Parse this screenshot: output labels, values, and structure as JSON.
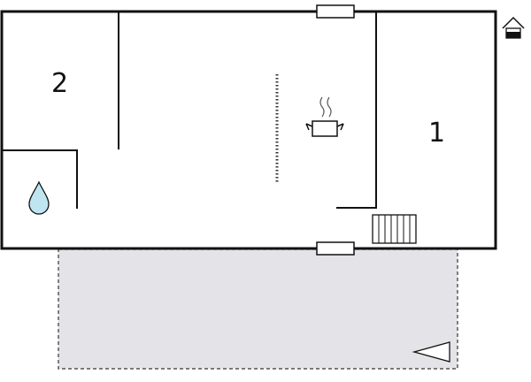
{
  "floor_plan": {
    "rooms": [
      {
        "id": "room-1",
        "label": "1"
      },
      {
        "id": "room-2",
        "label": "2"
      }
    ],
    "icons": [
      "kitchen-pot-icon",
      "water-drop-icon",
      "house-entrance-icon",
      "stairs-icon",
      "north-arrow-icon"
    ],
    "colors": {
      "wall": "#111111",
      "terrace_fill": "#e4e4e8",
      "water_drop": "#bfe6f0"
    }
  }
}
